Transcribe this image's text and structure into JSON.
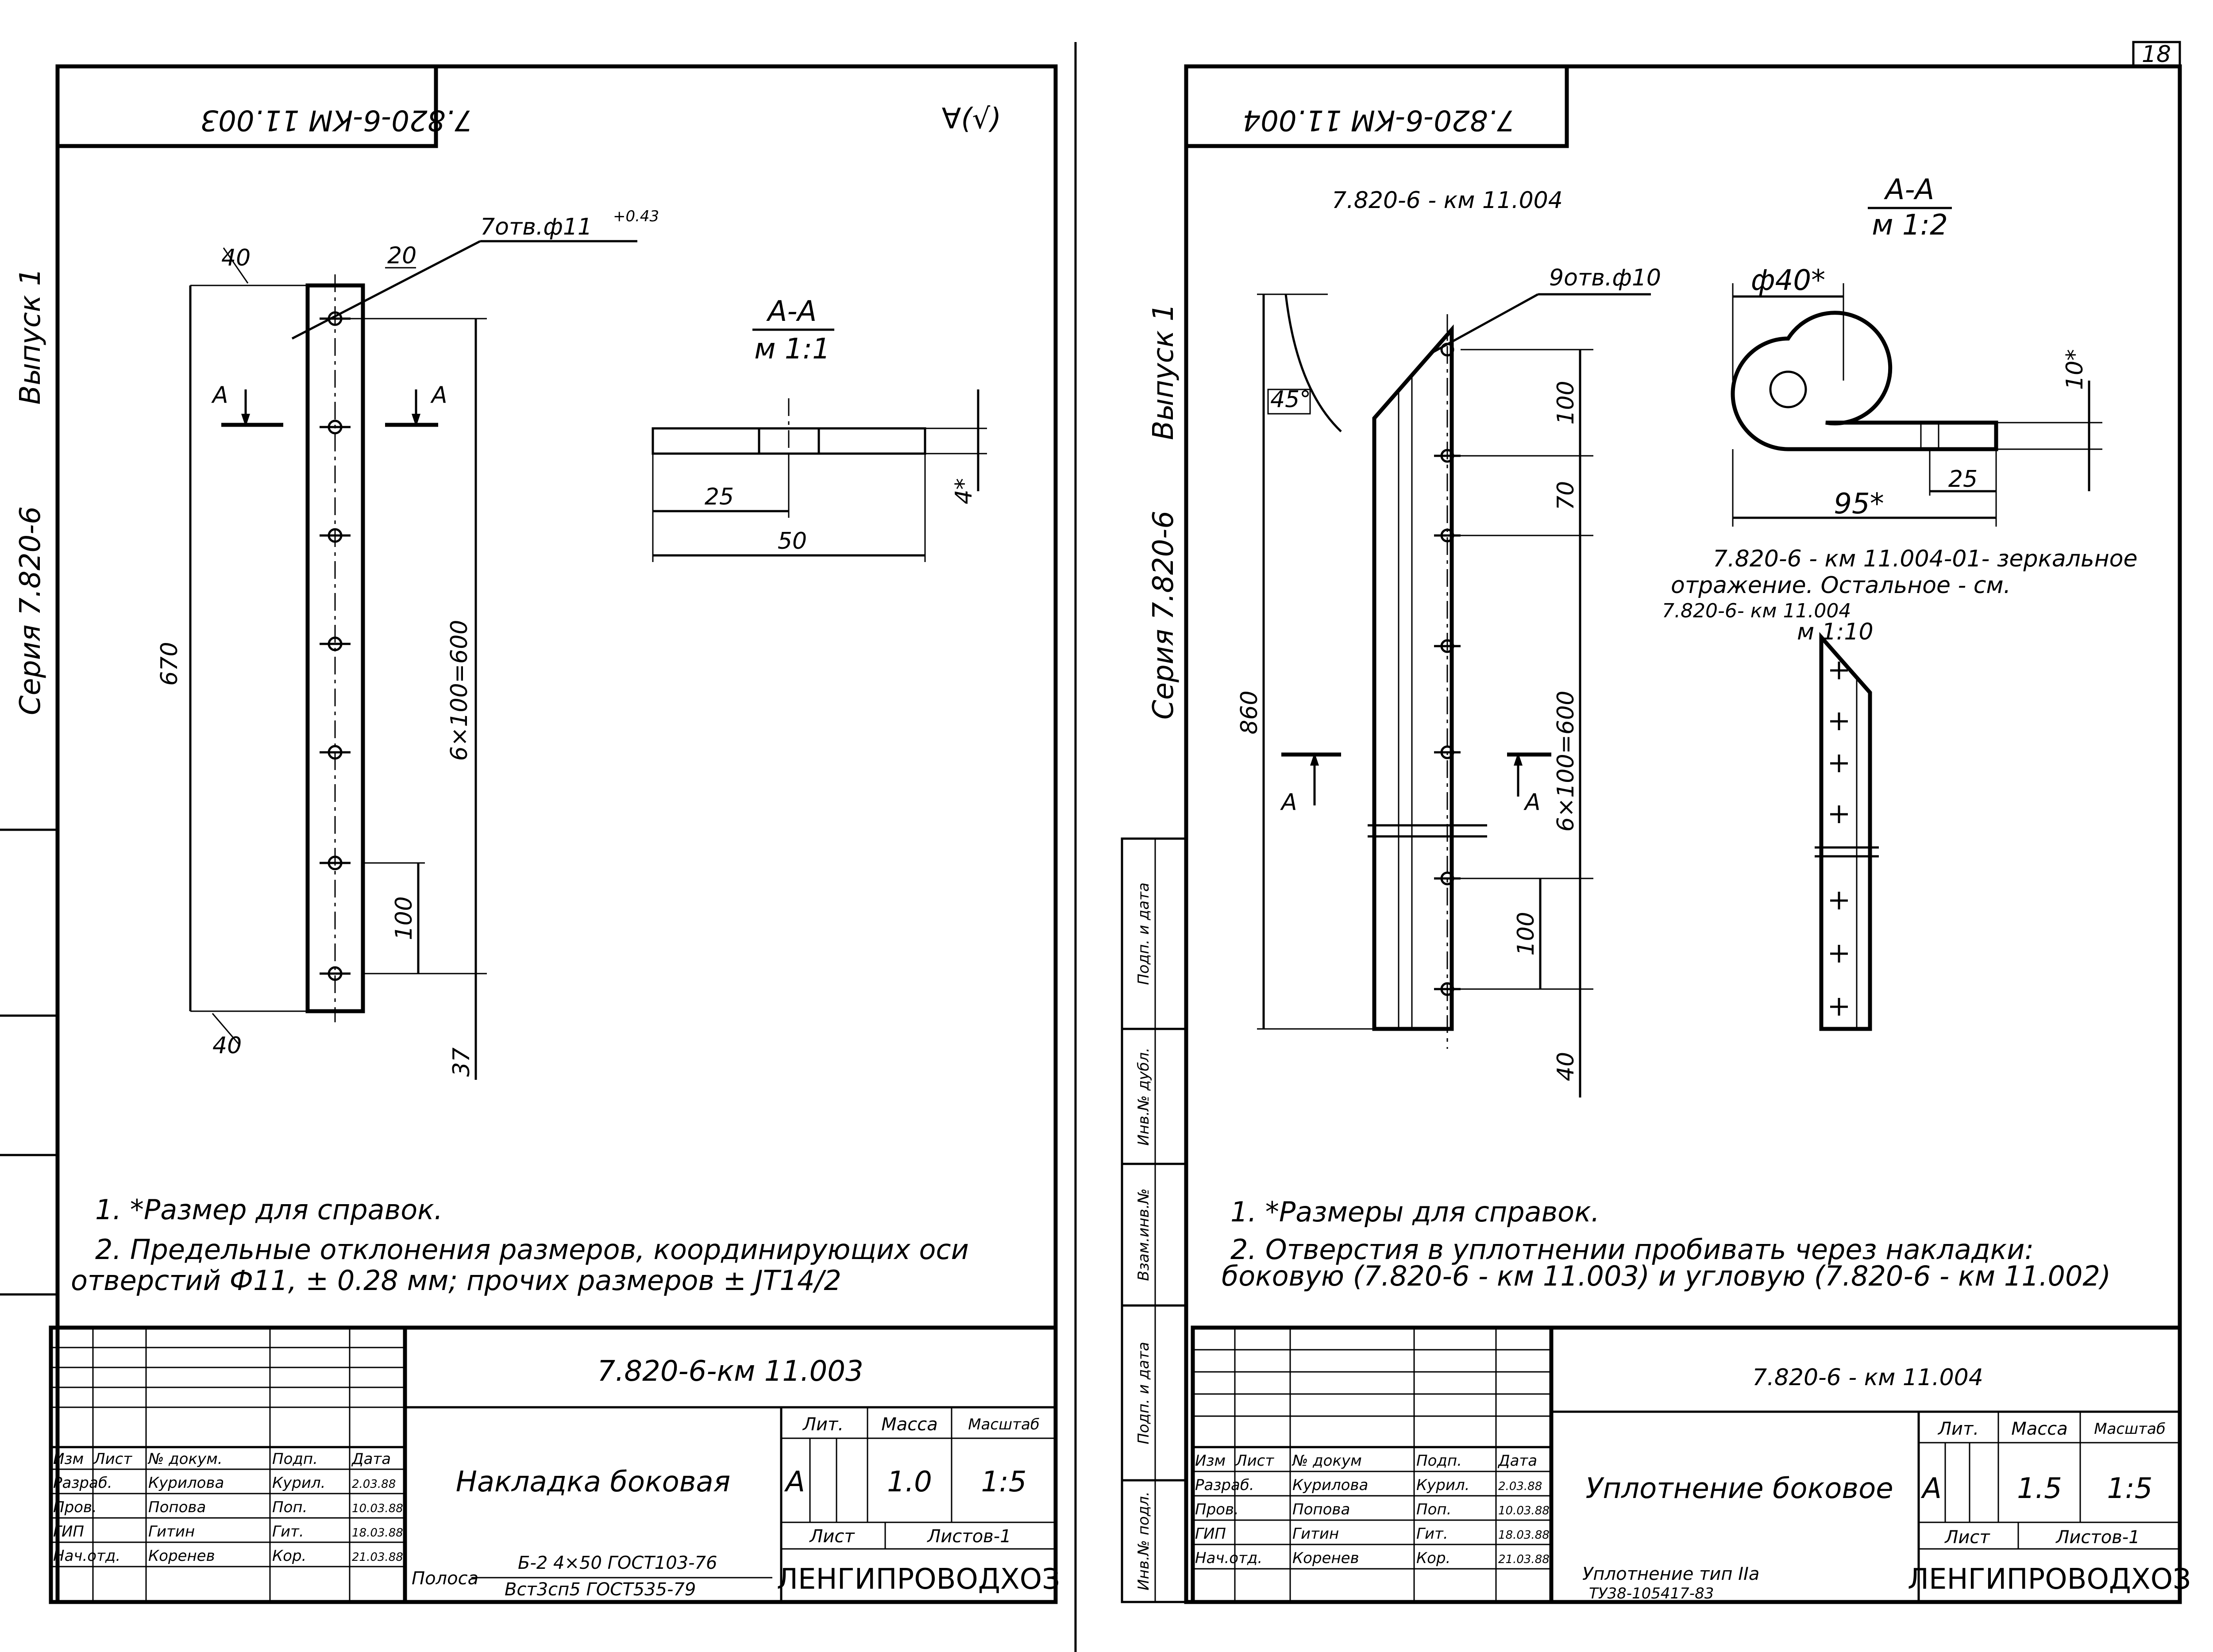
{
  "page_number": "18",
  "left_sheet": {
    "mirrored_code": "7.820-6-КМ 11.003",
    "roughness_mark": "∀(√)",
    "series": "Серия 7.820-6",
    "issue": "Выпуск 1",
    "dims": {
      "d40_top": "40",
      "d20": "20",
      "holes": "7отв.ф11",
      "holes_tol": "+0.43",
      "d670": "670",
      "d6x100": "6×100=600",
      "d100": "100",
      "d40_bottom": "40",
      "d37": "37",
      "section_mark": "А",
      "section_title": "А-А",
      "section_scale": "м 1:1",
      "d25": "25",
      "d50": "50",
      "d4": "4*"
    },
    "note1": "1. *Размер для справок.",
    "note2_line1": "2. Предельные отклонения размеров, координирующих оси",
    "note2_line2": "отверстий Ф11, ± 0.28 мм; прочих размеров ± JT14/2",
    "title_block": {
      "code": "7.820-6-км 11.003",
      "name": "Накладка боковая",
      "lit_label": "Лит.",
      "mass_label": "Масса",
      "scale_label": "Масштаб",
      "lit": "А",
      "mass": "1.0",
      "scale": "1:5",
      "sheet_label": "Лист",
      "sheets_label": "Листов-1",
      "header": [
        "Изм",
        "Лист",
        "№ докум.",
        "Подп.",
        "Дата"
      ],
      "rows": [
        {
          "role": "Разраб.",
          "name": "Курилова",
          "sign": "Курил.",
          "date": "2.03.88"
        },
        {
          "role": "Пров.",
          "name": "Попова",
          "sign": "Поп.",
          "date": "10.03.88"
        },
        {
          "role": "ГИП",
          "name": "Гитин",
          "sign": "Гит.",
          "date": "18.03.88"
        },
        {
          "role": "Нач.отд.",
          "name": "Коренев",
          "sign": "Кор.",
          "date": "21.03.88"
        }
      ],
      "material_prefix": "Полоса",
      "material_line1": "Б-2 4×50 ГОСТ103-76",
      "material_line2": "Вст3сп5 ГОСТ535-79",
      "org": "ЛЕНГИПРОВОДХОЗ"
    }
  },
  "right_sheet": {
    "mirrored_code": "7.820-6-КМ 11.004",
    "series": "Серия 7.820-6",
    "issue": "Выпуск 1",
    "view_code": "7.820-6 - км 11.004",
    "dims": {
      "holes": "9отв.ф10",
      "angle": "45°",
      "d860": "860",
      "d100_top": "100",
      "d70": "70",
      "d6x100": "6×100=600",
      "d100_bottom": "100",
      "d40": "40",
      "section_mark": "А",
      "section_title": "А-А",
      "section_scale": "м 1:2",
      "d_phi40": "ф40*",
      "d10": "10*",
      "d25": "25",
      "d95": "95*"
    },
    "mirror_note_line1": "7.820-6 - км 11.004-01- зеркальное",
    "mirror_note_line2": "отражение. Остальное - см.",
    "mirror_note_line3": "7.820-6- км 11.004",
    "small_view_scale": "м 1:10",
    "side_stamp": [
      "Подп. и дата",
      "Инв.№ дубл.",
      "Взам.инв.№",
      "Подп. и дата",
      "Инв.№ подл."
    ],
    "note1": "1. *Размеры для справок.",
    "note2_line1": "2. Отверстия в уплотнении пробивать через накладки:",
    "note2_line2": "боковую (7.820-6 - км 11.003) и угловую (7.820-6 - км 11.002)",
    "title_block": {
      "code": "7.820-6 - км 11.004",
      "name": "Уплотнение боковое",
      "lit_label": "Лит.",
      "mass_label": "Масса",
      "scale_label": "Масштаб",
      "lit": "А",
      "mass": "1.5",
      "scale": "1:5",
      "sheet_label": "Лист",
      "sheets_label": "Листов-1",
      "header": [
        "Изм",
        "Лист",
        "№ докум",
        "Подп.",
        "Дата"
      ],
      "rows": [
        {
          "role": "Разраб.",
          "name": "Курилова",
          "sign": "Курил.",
          "date": "2.03.88"
        },
        {
          "role": "Пров.",
          "name": "Попова",
          "sign": "Поп.",
          "date": "10.03.88"
        },
        {
          "role": "ГИП",
          "name": "Гитин",
          "sign": "Гит.",
          "date": "18.03.88"
        },
        {
          "role": "Нач.отд.",
          "name": "Коренев",
          "sign": "Кор.",
          "date": "21.03.88"
        }
      ],
      "material_line1": "Уплотнение тип IIа",
      "material_line2": "ТУ38-105417-83",
      "org": "ЛЕНГИПРОВОДХОЗ"
    }
  }
}
